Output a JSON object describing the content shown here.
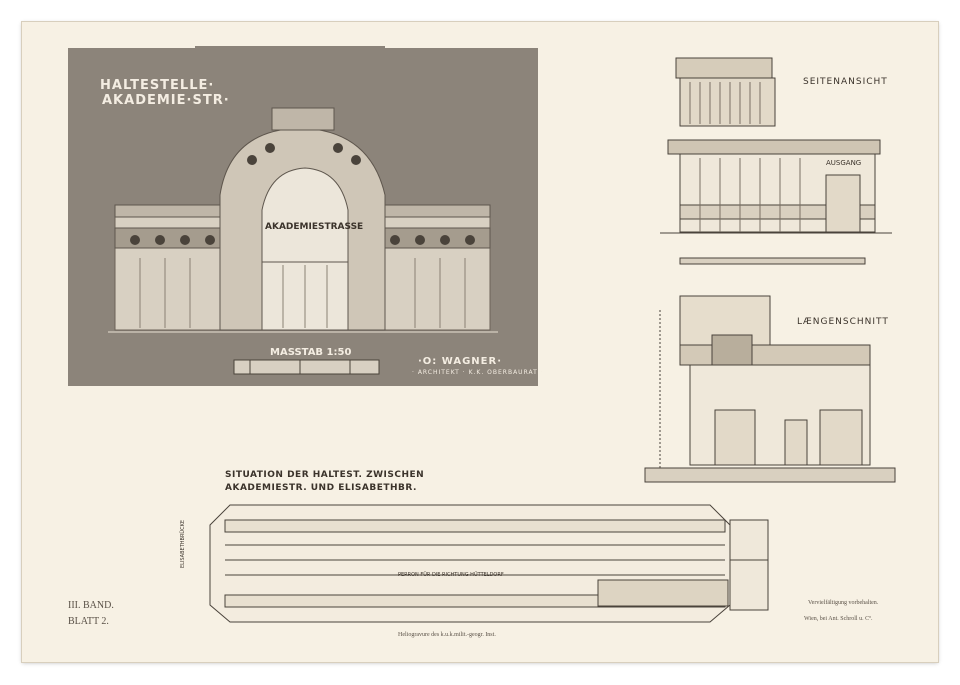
{
  "plate": {
    "title_line1": "HALTESTELLE·",
    "title_line2": "AKADEMIE·STR·",
    "station_sign": "AKADEMIESTRASSE",
    "scale_text": "MASSTAB 1:50",
    "architect": "·O: WAGNER·",
    "architect_sub": "· ARCHITEKT · K.K. OBERBAURAT ·"
  },
  "side_view": {
    "title": "SEITENANSICHT",
    "exit_sign": "AUSGANG"
  },
  "section_view": {
    "title": "LÆNGENSCHNITT"
  },
  "site_plan": {
    "title_line1": "SITUATION DER HALTEST. ZWISCHEN",
    "title_line2": "AKADEMIESTR. UND ELISABETHBR.",
    "platform_label": "PERRON FÜR DIE RICHTUNG HÜTTELDORF",
    "vertical_label": "ELISABETHBRÜCKE"
  },
  "footer": {
    "band": "III. BAND.",
    "blatt": "BLATT 2.",
    "printer": "Heliogravure des k.u.k.milit.-geogr. Inst.",
    "rights": "Vervielfältigung vorbehalten.",
    "publisher": "Wien, bei Ant. Schroll u. Cº."
  },
  "colors": {
    "paper": "#f7f1e4",
    "plate_bg": "#8c847a",
    "ink": "#3b332b"
  }
}
